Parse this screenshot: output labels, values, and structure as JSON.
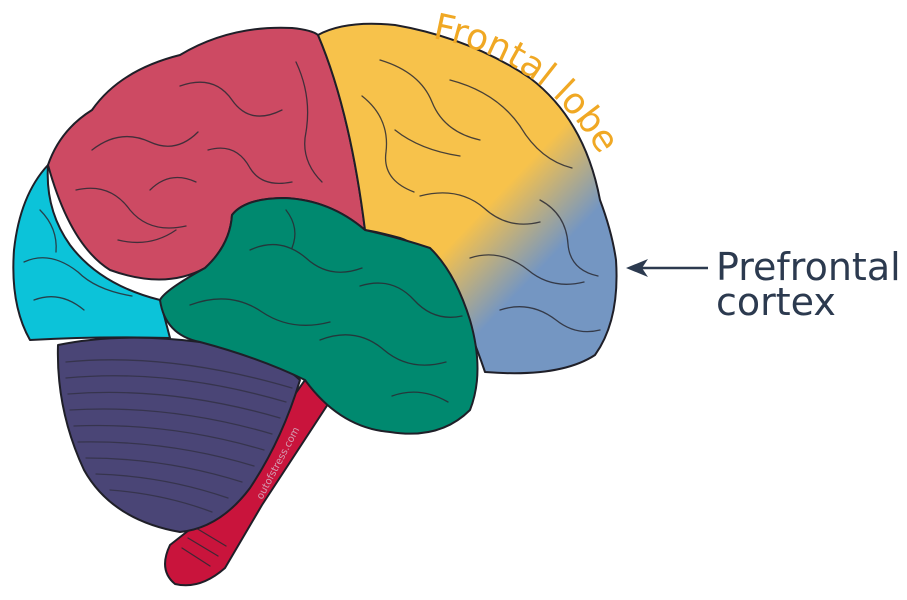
{
  "labels": {
    "frontal_lobe": "Frontal lobe",
    "prefrontal_line1": "Prefrontal",
    "prefrontal_line2": "cortex",
    "watermark": "outofstress.com"
  },
  "colors": {
    "parietal": "#cd4a63",
    "frontal": "#f7c24b",
    "prefrontal": "#7496c2",
    "occipital": "#0cc3d9",
    "temporal": "#00896f",
    "cerebellum": "#4a4576",
    "brainstem": "#c9143c",
    "frontal_label": "#f0a824",
    "arrow": "#2c3a4f"
  }
}
